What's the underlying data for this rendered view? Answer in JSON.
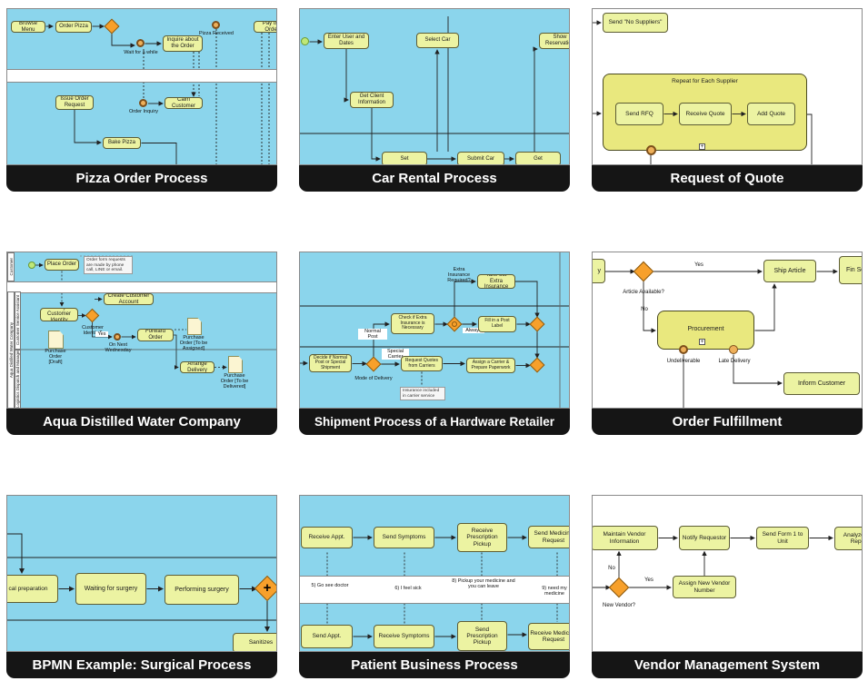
{
  "colors": {
    "canvas_blue": "#8bd5ec",
    "task_fill": "#ecf3a2",
    "subprocess_fill": "#e9e87e",
    "gateway_orange": "#f7a02b",
    "caption_bg": "#151515",
    "caption_text": "#ffffff"
  },
  "cards": [
    {
      "title": "Pizza Order Process",
      "n": {
        "browse": "Browse Menu",
        "order": "Order Pizza",
        "wait": "Wait for a while",
        "inquire": "Inquire about the Order",
        "received": "Pizza Received",
        "pay": "Pay the Order",
        "issue": "Issue Order Request",
        "order_inquiry": "Order Inquiry",
        "calm": "Calm Customer",
        "bake": "Bake Pizza"
      }
    },
    {
      "title": "Car Rental Process",
      "n": {
        "enter": "Enter User and Dates",
        "select": "Select Car",
        "show": "Show Reservation",
        "client": "Get Client Information",
        "set": "Set",
        "submit": "Submit Car",
        "get": "Get"
      }
    },
    {
      "title": "Request of Quote",
      "n": {
        "no_suppliers": "Send \"No Suppliers\"",
        "repeat": "Repeat for Each Supplier",
        "rfq": "Send RFQ",
        "receive": "Receive Quote",
        "add": "Add Quote"
      }
    },
    {
      "title": "Aqua Distilled Water Company",
      "n": {
        "lane_customer": "Customer",
        "pool": "Aqua Distilled Water Company",
        "lane_csa": "Customer Service Assistant",
        "lane_log": "Logistics Dispatch and Manager",
        "place": "Place Order",
        "note": "Order form requests are made by phone call, LINE or email.",
        "create": "Create Customer Account",
        "verify": "Verify Customer Identity",
        "gw": "Customer Identity?",
        "yes": "Yes",
        "timer": "On Next Wednesday",
        "forward": "Forward Order",
        "po1": "Purchase Order [To be Assigned]",
        "arrange": "Arrange Delivery",
        "po2": "Purchase Order [To be Delivered]",
        "po0": "Purchase Order [Draft]"
      }
    },
    {
      "title": "Shipment Process of a Hardware Retailer",
      "n": {
        "extra_q": "Extra Insurance Required?",
        "takeout": "Take out Extra Insurance",
        "check": "Check if Extra Insurance is Necessary",
        "normal": "Normal Post",
        "always": "Always",
        "fill": "Fill in a Post Label",
        "decide": "Decide if Normal Post or Special Shipment",
        "mode": "Mode of Delivery",
        "special": "Special Carrier",
        "quotes": "Request Quotes from Carriers",
        "assign": "Assign a Carrier & Prepare Paperwork",
        "note": "Insurance included in carrier service"
      }
    },
    {
      "title": "Order Fulfillment",
      "n": {
        "edge": "y",
        "available": "Article Available?",
        "yes": "Yes",
        "no": "No",
        "ship": "Ship Article",
        "fin": "Fin Sett",
        "procurement": "Procurement",
        "undeliverable": "Undeliverable",
        "late": "Late Delivery",
        "inform": "Inform Customer"
      }
    },
    {
      "title": "BPMN Example: Surgical Process",
      "n": {
        "prep": "cal preparation",
        "waiting": "Waiting for surgery",
        "performing": "Performing surgery",
        "sanitizes": "Sanitizes"
      }
    },
    {
      "title": "Patient Business Process",
      "n": {
        "r_appt": "Receive Appt.",
        "s_sym": "Send Symptoms",
        "r_presc": "Receive Prescription Pickup",
        "s_med": "Send Medicine Request",
        "m5": "5) Go see doctor",
        "m6": "6) I feel sick",
        "m8": "8) Pickup your medicine and you can leave",
        "m9": "9) need my medicine",
        "s_appt": "Send Appt.",
        "r_sym": "Receive Symptoms",
        "s_presc": "Send Prescription Pickup",
        "r_med": "Receive Medicine Request"
      }
    },
    {
      "title": "Vendor Management System",
      "n": {
        "maintain": "Maintain Vendor Information",
        "notify": "Notify Requestor",
        "form": "Send Form 1 to Unit",
        "analyze": "Analyze KPI Report",
        "no": "No",
        "yes": "Yes",
        "new_vendor": "New Vendor?",
        "assign": "Assign New Vendor Number"
      }
    }
  ]
}
